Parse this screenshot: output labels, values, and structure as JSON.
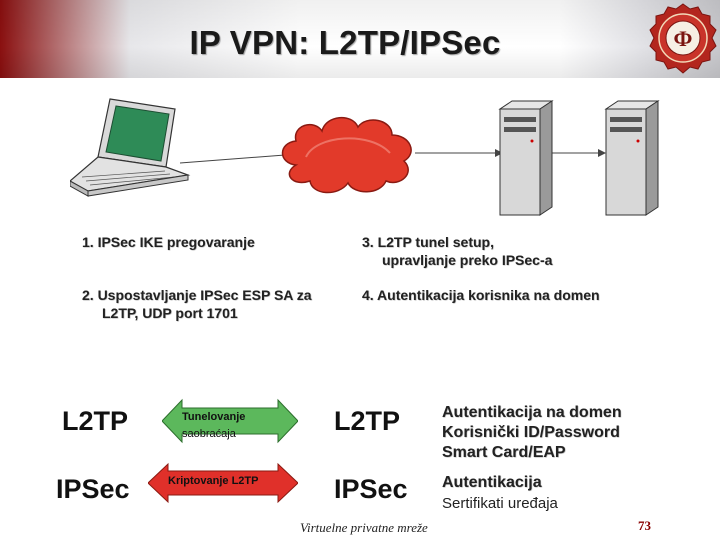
{
  "slide": {
    "title": "IP VPN: L2TP/IPSec",
    "footer": "Virtuelne privatne mreže",
    "page_number": "73"
  },
  "steps": {
    "s1": "1.  IPSec IKE pregovaranje",
    "s2_line1": "2. Uspostavljanje IPSec ESP SA za",
    "s2_line2": "L2TP, UDP port 1701",
    "s3_line1": "3.  L2TP tunel setup,",
    "s3_line2": "upravljanje preko IPSec-a",
    "s4": "4.  Autentikacija korisnika na domen"
  },
  "rows": [
    {
      "left_proto": "L2TP",
      "arrow_line1": "Tunelovanje",
      "arrow_line2": "saobraćaja",
      "arrow_color": "#5cb85c",
      "right_proto": "L2TP",
      "desc_line1": "Autentikacija na domen",
      "desc_line2": "Korisnički ID/Password",
      "desc_line3": "Smart Card/EAP"
    },
    {
      "left_proto": "IPSec",
      "arrow_line1": "Kriptovanje L2TP",
      "arrow_color": "#e0302a",
      "right_proto": "IPSec",
      "desc_line1": "Autentikacija",
      "desc_line2": "Sertifikati uređaja"
    }
  ],
  "colors": {
    "accent": "#8a0f0f",
    "cloud": "#e23a2a",
    "tunnel_arrow": "#5cb85c",
    "crypto_arrow": "#e0302a"
  },
  "icons": [
    "laptop-icon",
    "internet-cloud-icon",
    "server-icon",
    "university-seal-logo"
  ]
}
